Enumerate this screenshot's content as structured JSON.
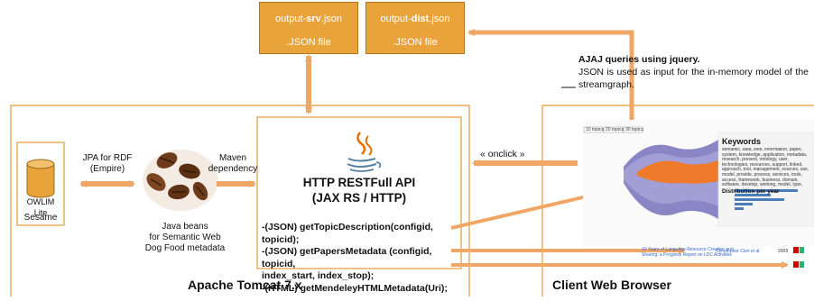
{
  "files": {
    "srv": {
      "prefix": "output-",
      "key": "srv",
      "suffix": ".json",
      "type": ".JSON file"
    },
    "dist": {
      "prefix": "output-",
      "key": "dist",
      "suffix": ".json",
      "type": ".JSON file"
    }
  },
  "ajax_note": {
    "title": "AJAJ queries using jquery.",
    "body": "JSON is used as input for the in-memory model of the streamgraph."
  },
  "tomcat": {
    "title": "Apache Tomcat 7.x",
    "owlim_label": "OWLIM Lite",
    "sesame_label": "Sesame",
    "jpa_label_line1": "JPA for RDF",
    "jpa_label_line2": "(Empire)",
    "beans_line1": "Java beans",
    "beans_line2": "for Semantic Web",
    "beans_line3": "Dog Food metadata",
    "maven_line1": "Maven",
    "maven_line2": "dependency"
  },
  "api": {
    "title": "HTTP RESTFull API",
    "subtitle": "(JAX RS / HTTP)",
    "methods": [
      "-(JSON) getTopicDescription(configid, topicid);",
      "-(JSON) getPapersMetadata (configid, topicid,",
      "index_start, index_stop);",
      "-(HTML) getMendeleyHTMLMetadata(Uri);"
    ]
  },
  "onclick_label": "« onclick »",
  "browser": {
    "title": "Client Web Browser",
    "buttons": [
      "10 topics",
      "20 topics",
      "30 topics"
    ],
    "keywords_title": "Keywords",
    "keywords_text": "semantic, data, web, information, paper, system, knowledge, application, metadata, research, present, ontology, user, technologies, resources, support, linked, approach, tool, management, sources, use, model, provide, process, services, tools, access, framework, business, domain, software, develop, working, model, type, systems, design, integration, project, development, ontology, order, work, interface, technology, content, language, requirements, architecture",
    "dist_title": "Distribution per year",
    "paper_link": "10 Years of Language-Resource Creation and Sharing: a Progress Report on LDC Activities",
    "paper_author": "Christopher Cieri et al.",
    "paper_year": "2009"
  },
  "colors": {
    "orange_fill": "#e8a33b",
    "orange_arrow": "#f0a766",
    "frame": "#e39a3a",
    "stream_purple": "#8a86c6",
    "stream_orange": "#ee7a2a"
  }
}
